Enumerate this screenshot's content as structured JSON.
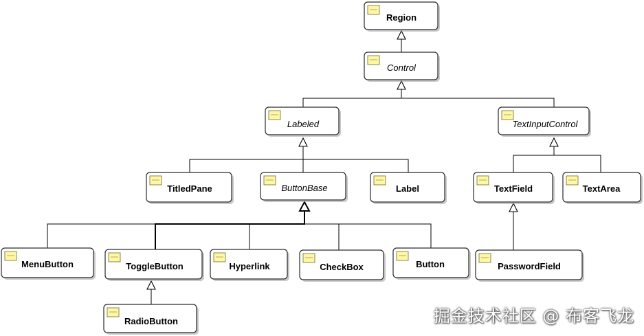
{
  "diagram": {
    "classes": {
      "region": "Region",
      "control": "Control",
      "labeled": "Labeled",
      "text_input_control": "TextInputControl",
      "titled_pane": "TitledPane",
      "button_base": "ButtonBase",
      "label": "Label",
      "text_field": "TextField",
      "text_area": "TextArea",
      "menu_button": "MenuButton",
      "toggle_button": "ToggleButton",
      "hyperlink": "Hyperlink",
      "check_box": "CheckBox",
      "button": "Button",
      "password_field": "PasswordField",
      "radio_button": "RadioButton"
    }
  },
  "watermark": "掘金技术社区 @ 布客飞龙"
}
